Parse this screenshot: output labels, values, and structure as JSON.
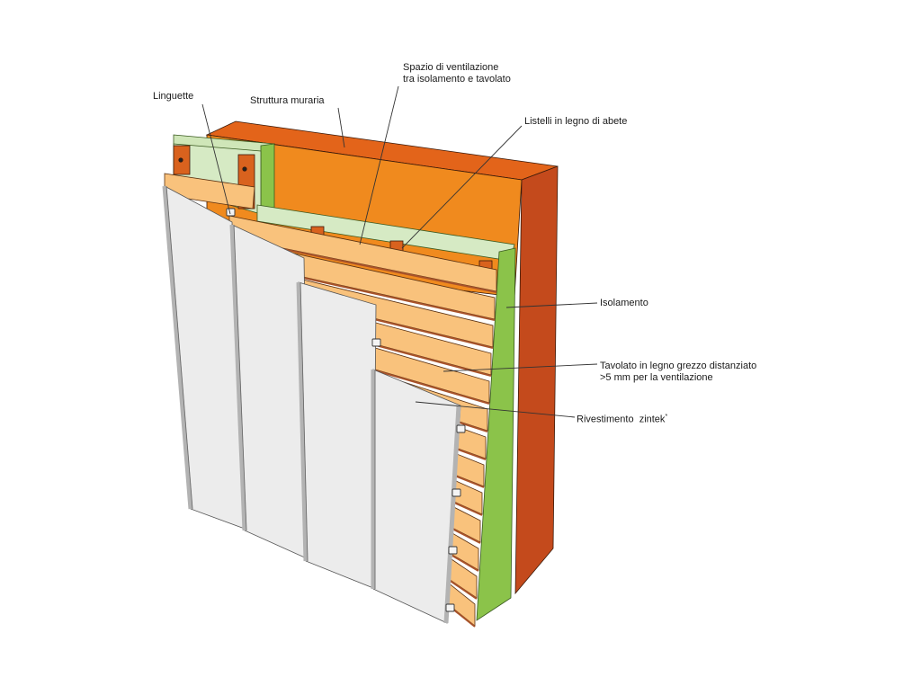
{
  "labels": {
    "linguette": "Linguette",
    "struttura": "Struttura muraria",
    "spazio_line1": "Spazio di ventilazione",
    "spazio_line2": "tra isolamento e tavolato",
    "listelli": "Listelli in legno di abete",
    "isolamento": "Isolamento",
    "tavolato_line1": "Tavolato in legno grezzo distanziato",
    "tavolato_line2": ">5 mm per la ventilazione",
    "rivestimento": "Rivestimento  zintek",
    "rivestimento_mark": "*"
  },
  "colors": {
    "masonry_face": "#f08a1e",
    "masonry_top": "#e3641a",
    "masonry_side": "#c44a1c",
    "insulation": "#d6eac4",
    "insulation_edge": "#8bc34a",
    "battens": "#d9621e",
    "boards": "#f9c27c",
    "boards_gap": "#a9532a",
    "cladding": "#ececec",
    "seam": "#b3b3b3",
    "leader": "#333333"
  }
}
